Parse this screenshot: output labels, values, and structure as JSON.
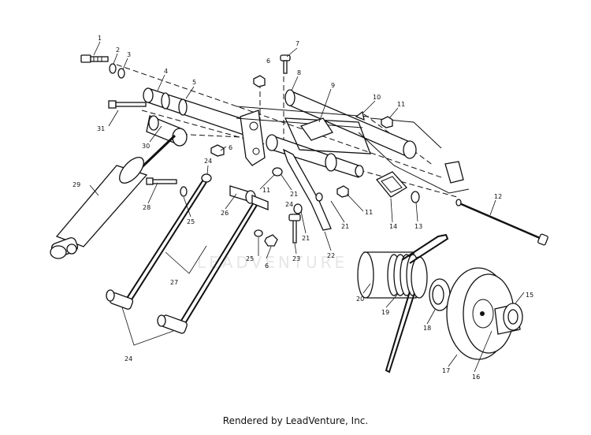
{
  "watermark": "LEADVENTURE",
  "footer": "Rendered by LeadVenture, Inc.",
  "callouts": {
    "c1": "1",
    "c2": "2",
    "c3": "3",
    "c4": "4",
    "c5": "5",
    "c6a": "6",
    "c6b": "6",
    "c6c": "6",
    "c7": "7",
    "c8": "8",
    "c9": "9",
    "c10": "10",
    "c11a": "11",
    "c11b": "11",
    "c11c": "11",
    "c12": "12",
    "c13": "13",
    "c14": "14",
    "c15": "15",
    "c16": "16",
    "c17": "17",
    "c18": "18",
    "c19": "19",
    "c20": "20",
    "c21a": "21",
    "c21b": "21",
    "c21c": "21",
    "c22": "22",
    "c23": "23",
    "c24a": "24",
    "c24b": "24",
    "c24c": "24",
    "c25a": "25",
    "c25b": "25",
    "c26": "26",
    "c27": "27",
    "c28": "28",
    "c29": "29",
    "c30": "30",
    "c31": "31"
  }
}
